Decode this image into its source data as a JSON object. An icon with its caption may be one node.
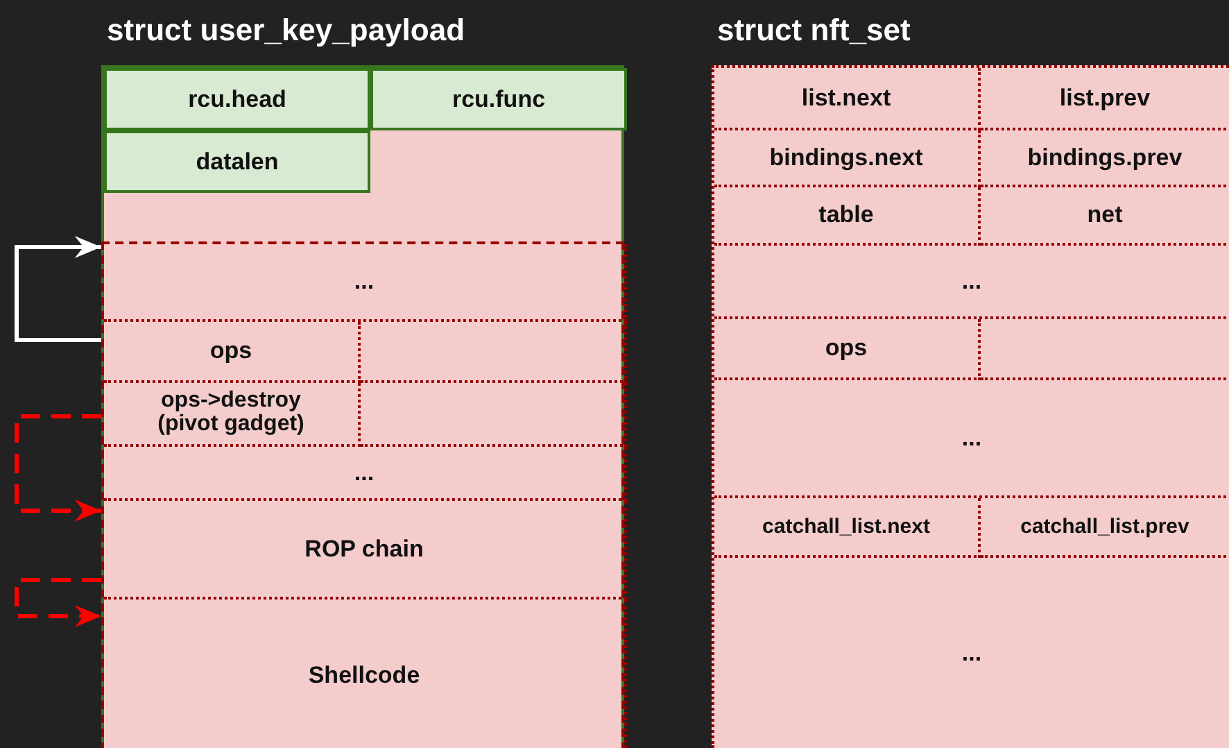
{
  "diagram": {
    "nodes": [
      {
        "text": [
          "struct user_key_payload"
        ]
      },
      {
        "text": [
          "rcu.head"
        ],
        "in": 0
      },
      {
        "text": [
          "rcu.func"
        ],
        "in": 0
      },
      {
        "text": [
          "datalen"
        ],
        "in": 0
      },
      {
        "text": [],
        "shape": "box",
        "in": 0
      },
      {
        "text": [
          "..."
        ],
        "in": 4
      },
      {
        "text": [
          "ops"
        ],
        "in": 4
      },
      {
        "text": [],
        "shape": "box",
        "in": 4
      },
      {
        "text": [
          "ops->destroy (pivot gadget)"
        ],
        "in": 4
      },
      {
        "text": [],
        "shape": "box",
        "in": 4
      },
      {
        "text": [
          "..."
        ],
        "in": 4
      },
      {
        "text": [
          "ROP chain"
        ],
        "in": 4
      },
      {
        "text": [
          "Shellcode"
        ],
        "in": 4
      },
      {
        "text": [
          "struct nft_set"
        ]
      },
      {
        "text": [
          "list.next"
        ],
        "in": 13
      },
      {
        "text": [
          "list.prev"
        ],
        "in": 13
      },
      {
        "text": [
          "bindings.next"
        ],
        "in": 13
      },
      {
        "text": [
          "bindings.prev"
        ],
        "in": 13
      },
      {
        "text": [
          "table"
        ],
        "in": 13
      },
      {
        "text": [
          "net"
        ],
        "in": 13
      },
      {
        "text": [
          "..."
        ],
        "in": 13
      },
      {
        "text": [
          "ops"
        ],
        "in": 13
      },
      {
        "text": [],
        "shape": "box",
        "in": 13
      },
      {
        "text": [
          "..."
        ],
        "in": 13
      },
      {
        "text": [
          "catchall_list.next"
        ],
        "in": 13
      },
      {
        "text": [
          "catchall_list.prev"
        ],
        "in": 13
      },
      {
        "text": [
          "..."
        ],
        "in": 13
      }
    ],
    "edges": [
      {
        "from": 6,
        "to": 4,
        "arrow": "to",
        "color": "#ffffff"
      },
      {
        "from": 8,
        "to": 11,
        "arrow": "to",
        "style": "dashed",
        "color": "#ff0000"
      },
      {
        "from": 11,
        "to": 12,
        "arrow": "to",
        "style": "dashed",
        "color": "#ff0000"
      }
    ]
  }
}
